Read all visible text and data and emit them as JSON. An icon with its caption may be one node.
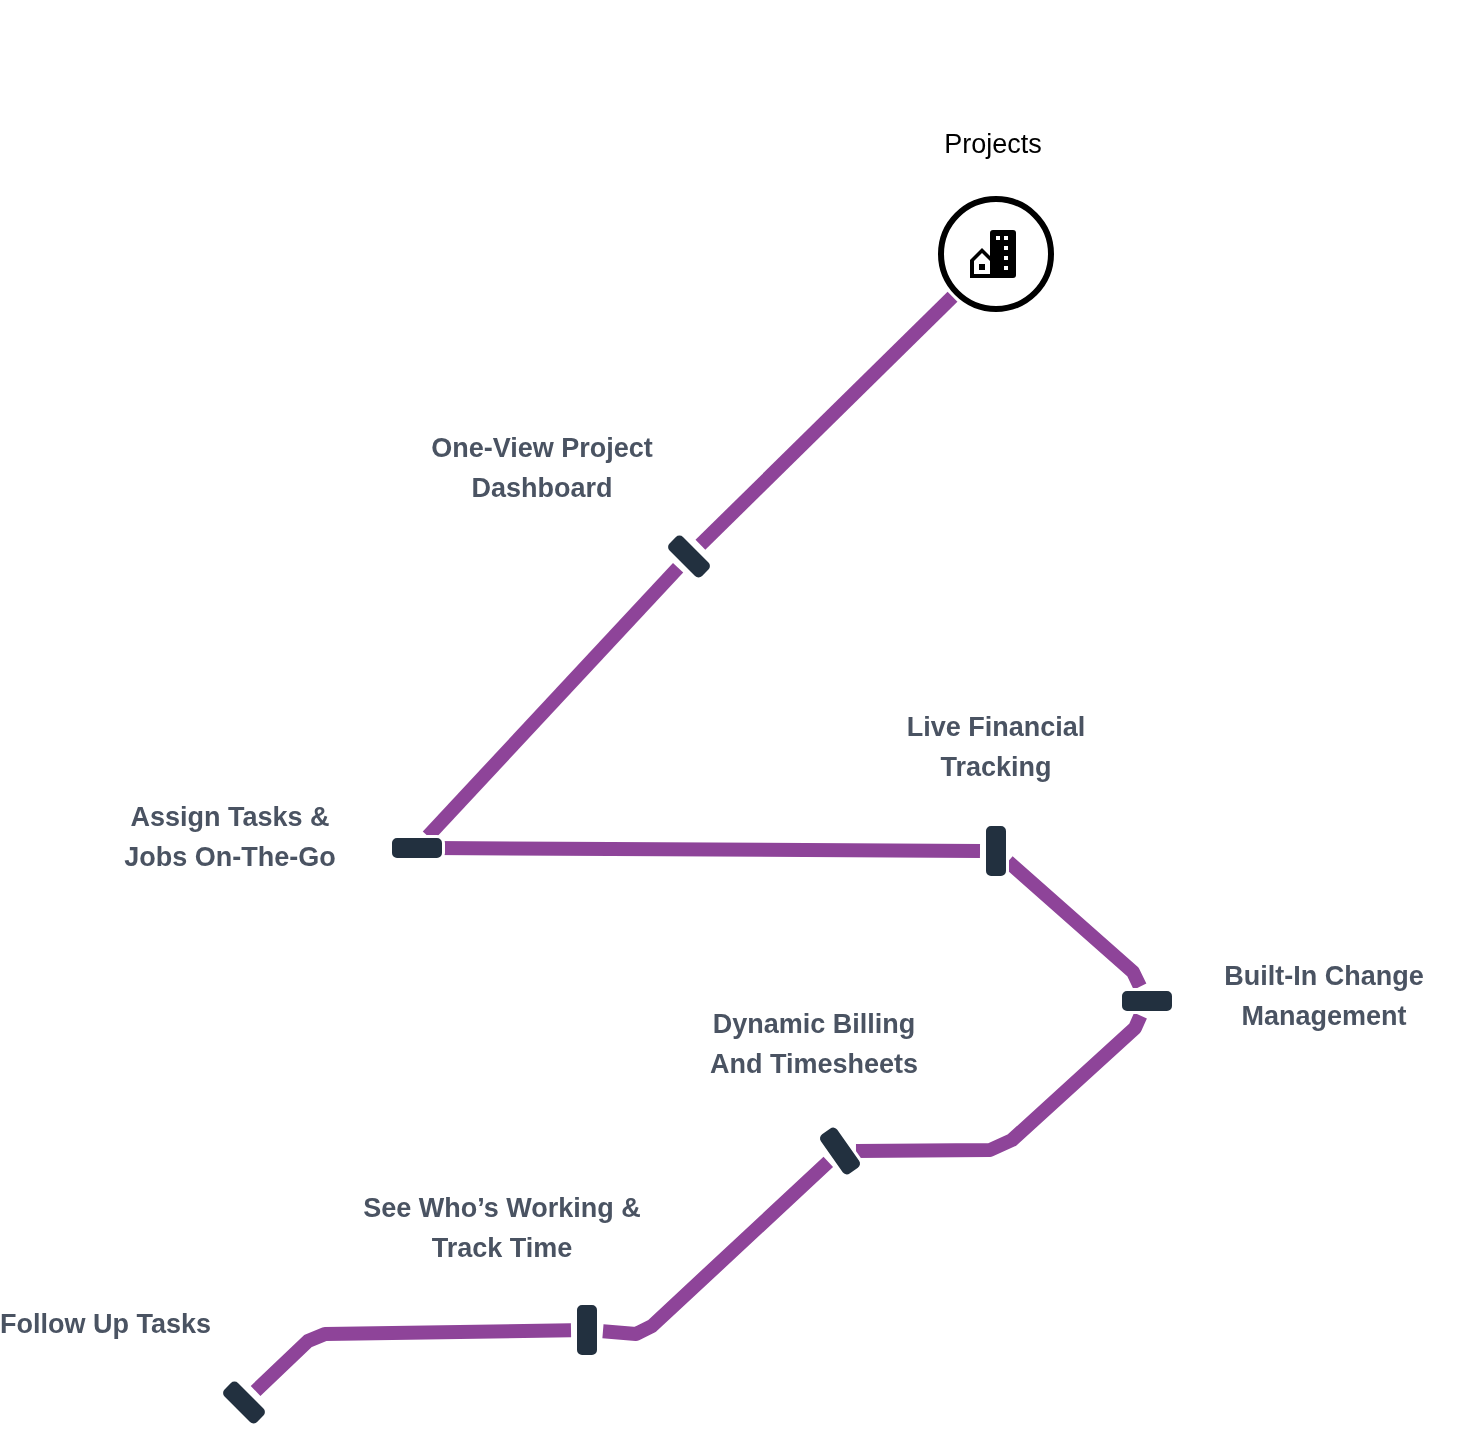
{
  "diagram": {
    "nodes": [
      {
        "text": [],
        "shape": "circle",
        "beside": [
          "Projects"
        ]
      },
      {
        "text": [],
        "shape": "bar",
        "beside": [
          "One-View Project Dashboard"
        ]
      },
      {
        "text": [],
        "shape": "bar",
        "beside": [
          "Assign Tasks & Jobs On-The-Go"
        ]
      },
      {
        "text": [],
        "shape": "bar",
        "beside": [
          "Live Financial Tracking"
        ]
      },
      {
        "text": [],
        "shape": "bar",
        "beside": [
          "Built-In Change Management"
        ]
      },
      {
        "text": [],
        "shape": "bar",
        "beside": [
          "Dynamic Billing And Timesheets"
        ]
      },
      {
        "text": [],
        "shape": "bar",
        "beside": [
          "See Who’s Working & Track Time"
        ]
      },
      {
        "text": [],
        "shape": "bar",
        "beside": [
          "Follow Up Tasks"
        ]
      }
    ],
    "edges": [
      {
        "from": 0,
        "to": 1,
        "arrow": "none"
      },
      {
        "from": 1,
        "to": 2,
        "arrow": "none"
      },
      {
        "from": 2,
        "to": 3,
        "arrow": "none"
      },
      {
        "from": 3,
        "to": 4,
        "arrow": "none"
      },
      {
        "from": 4,
        "to": 5,
        "arrow": "none"
      },
      {
        "from": 5,
        "to": 6,
        "arrow": "none"
      },
      {
        "from": 6,
        "to": 7,
        "arrow": "none"
      }
    ]
  }
}
